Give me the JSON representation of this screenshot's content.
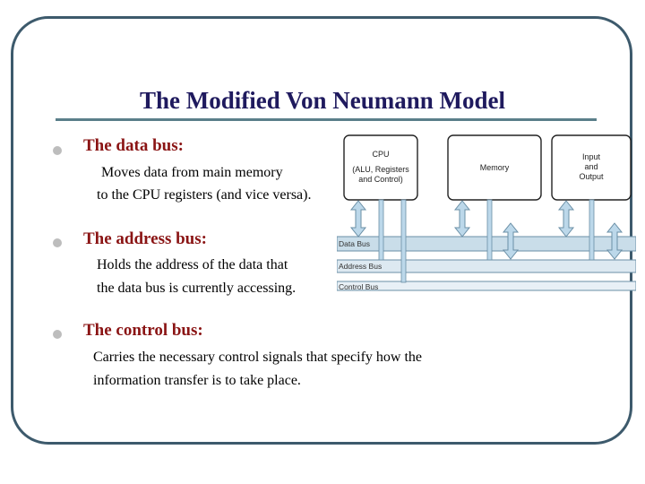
{
  "slide": {
    "title": "The Modified Von Neumann Model"
  },
  "bullets": [
    {
      "heading": "The data bus:",
      "lines": [
        "Moves data from main memory",
        "to the CPU registers (and vice versa)."
      ]
    },
    {
      "heading": "The address bus:",
      "lines": [
        "Holds the address of the data that",
        "the data bus is currently accessing."
      ]
    },
    {
      "heading": "The control bus:",
      "lines": [
        "Carries the necessary control signals that  specify how the",
        "information transfer is to take place."
      ]
    }
  ],
  "diagram": {
    "boxes": {
      "cpu": {
        "title": "CPU",
        "subtitle_1": "(ALU, Registers",
        "subtitle_2": "and Control)"
      },
      "memory": {
        "title": "Memory"
      },
      "io": {
        "line_1": "Input",
        "line_2": "and",
        "line_3": "Output"
      }
    },
    "buses": {
      "data": "Data Bus",
      "address": "Address Bus",
      "control": "Control Bus"
    }
  },
  "colors": {
    "title": "#1f1a5e",
    "heading": "#8a1414",
    "frame": "#3d5a6c",
    "bus_fill": "#c9dde9",
    "arrow_fill": "#bcd8ea"
  }
}
